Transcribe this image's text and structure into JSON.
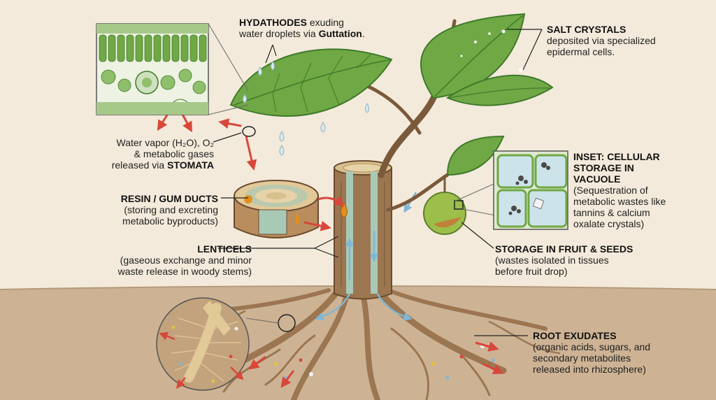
{
  "labels": {
    "hydathodes": {
      "title": "HYDATHODES",
      "rest": " exuding",
      "line2_pre": "water droplets via ",
      "line2_bold": "Guttation",
      "line2_post": "."
    },
    "salt": {
      "title": "SALT CRYSTALS",
      "line2": "deposited via specialized",
      "line3": "epidermal cells."
    },
    "stomata": {
      "line1": "Water vapor (H₂O), O₂",
      "line2": "& metabolic gases",
      "line3_pre": "released via ",
      "line3_bold": "STOMATA"
    },
    "resin": {
      "title": "RESIN / GUM DUCTS",
      "line2": "(storing and excreting",
      "line3": "metabolic byproducts)"
    },
    "lenticels": {
      "title": "LENTICELS",
      "line2": "(gaseous exchange and minor",
      "line3": "waste release in woody stems)"
    },
    "vacuole": {
      "title1": "INSET: CELLULAR",
      "title2": "STORAGE IN",
      "title3": "VACUOLE",
      "line4": "(Sequestration of",
      "line5": "metabolic wastes like",
      "line6": "tannins & calcium",
      "line7": "oxalate crystals)"
    },
    "fruit": {
      "title": "STORAGE IN FRUIT & SEEDS",
      "line2": "(wastes isolated in tissues",
      "line3": "before fruit drop)"
    },
    "roots": {
      "title": "ROOT EXUDATES",
      "line2": "(organic acids, sugars, and",
      "line3": "secondary metabolites",
      "line4": "released into rhizosphere)"
    }
  },
  "colors": {
    "background": "#f3eadb",
    "soil": "#cdb394",
    "leaf": "#6fa845",
    "leaf_dark": "#3f7a2a",
    "bark": "#9b7651",
    "bark_dark": "#6b4a2e",
    "xylem": "#a9c9b7",
    "arrow_red": "#d8473a",
    "arrow_blue": "#7fb7d6",
    "fruit": "#9cbf4a",
    "fruit_blush": "#d9582f"
  }
}
